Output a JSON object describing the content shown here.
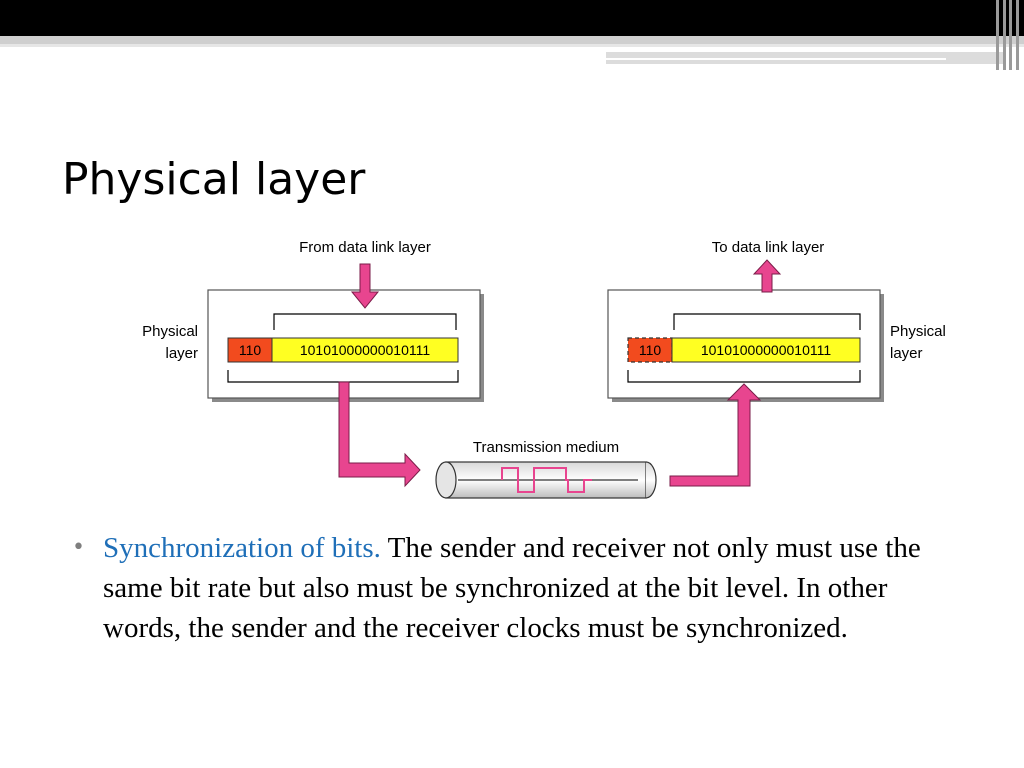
{
  "slide": {
    "title": "Physical layer",
    "colors": {
      "accent_blue": "#1f6fb8",
      "arrow_pink": "#e8458f",
      "header_red": "#f24b1e",
      "data_yellow": "#ffff22"
    }
  },
  "diagram": {
    "left": {
      "top_label": "From data link layer",
      "side_label_line1": "Physical",
      "side_label_line2": "layer",
      "header": "110",
      "bits": "10101000000010111"
    },
    "right": {
      "top_label": "To data link layer",
      "side_label_line1": "Physical",
      "side_label_line2": "layer",
      "header": "110",
      "bits": "10101000000010111"
    },
    "medium_label": "Transmission medium"
  },
  "bullets": [
    {
      "highlight": "Synchronization of bits.",
      "text": " The sender and receiver not only must use the same bit rate but also must be synchronized at the bit level. In other words, the sender and the receiver clocks must be synchronized."
    }
  ]
}
